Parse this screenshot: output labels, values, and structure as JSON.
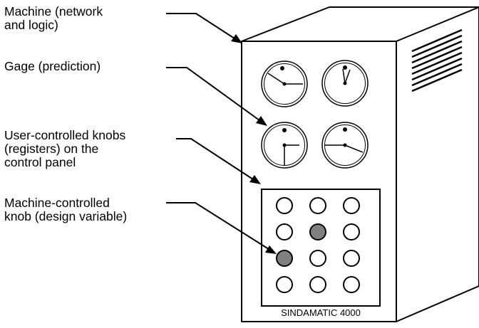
{
  "labels": {
    "machine": [
      "Machine (network",
      "and logic)"
    ],
    "gage": [
      "Gage (prediction)"
    ],
    "user_knobs": [
      "User-controlled knobs",
      "(registers) on the",
      "control panel"
    ],
    "machine_knob": [
      "Machine-controlled",
      "knob (design variable)"
    ]
  },
  "panel": {
    "brand": "SINDAMATIC 4000",
    "knob_grid": {
      "rows": 4,
      "cols": 3,
      "filled": [
        [
          1,
          1
        ],
        [
          2,
          0
        ]
      ]
    },
    "fill_color": "#808080"
  },
  "gages": [
    {
      "id": "gage-1"
    },
    {
      "id": "gage-2"
    },
    {
      "id": "gage-3"
    },
    {
      "id": "gage-4"
    }
  ]
}
